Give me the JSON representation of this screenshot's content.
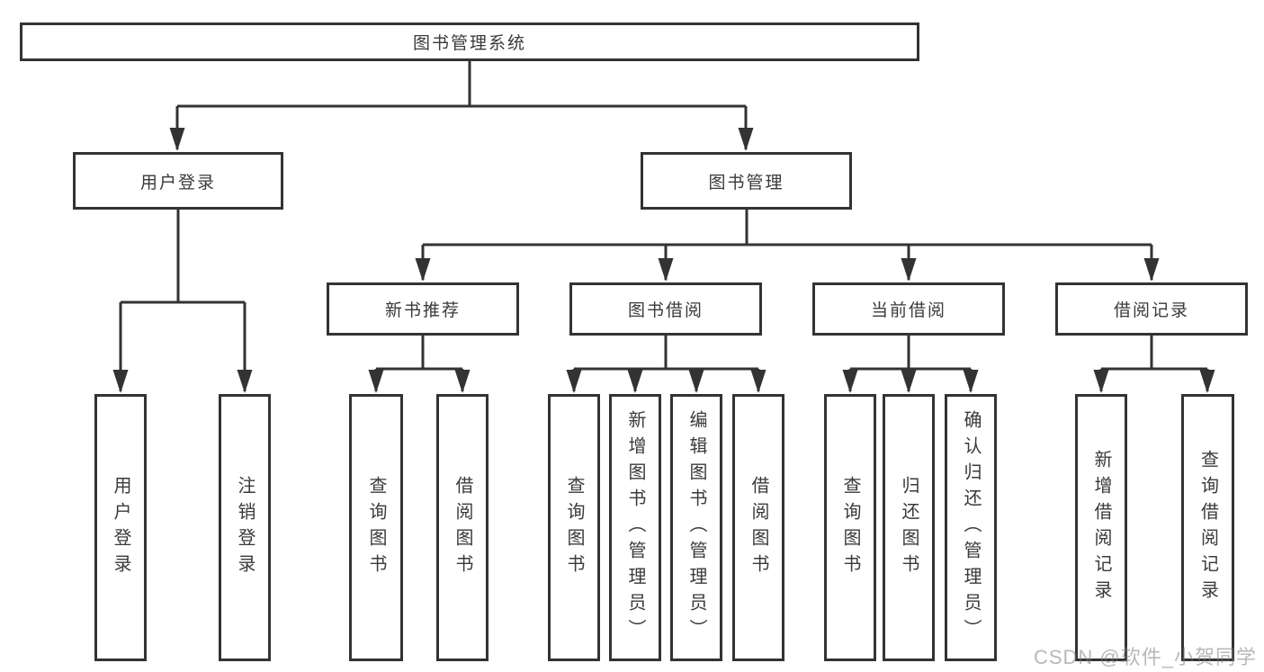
{
  "colors": {
    "line": "#333333",
    "box_border": "#333333",
    "box_background": "#ffffff",
    "text": "#3a3a3a",
    "watermark": "#7d7d7d"
  },
  "tree": {
    "root": {
      "label": "图书管理系统"
    },
    "branches": [
      {
        "label": "用户登录",
        "children": [
          {
            "label": "用户登录"
          },
          {
            "label": "注销登录"
          }
        ]
      },
      {
        "label": "图书管理",
        "children": [
          {
            "label": "新书推荐",
            "children": [
              {
                "label": "查询图书"
              },
              {
                "label": "借阅图书"
              }
            ]
          },
          {
            "label": "图书借阅",
            "children": [
              {
                "label": "查询图书"
              },
              {
                "label": "新增图书（管理员）"
              },
              {
                "label": "编辑图书（管理员）"
              },
              {
                "label": "借阅图书"
              }
            ]
          },
          {
            "label": "当前借阅",
            "children": [
              {
                "label": "查询图书"
              },
              {
                "label": "归还图书"
              },
              {
                "label": "确认归还（管理员）"
              }
            ]
          },
          {
            "label": "借阅记录",
            "children": [
              {
                "label": "新增借阅记录"
              },
              {
                "label": "查询借阅记录"
              }
            ]
          }
        ]
      }
    ]
  },
  "watermark": {
    "text": "CSDN @软件_小贺同学"
  }
}
